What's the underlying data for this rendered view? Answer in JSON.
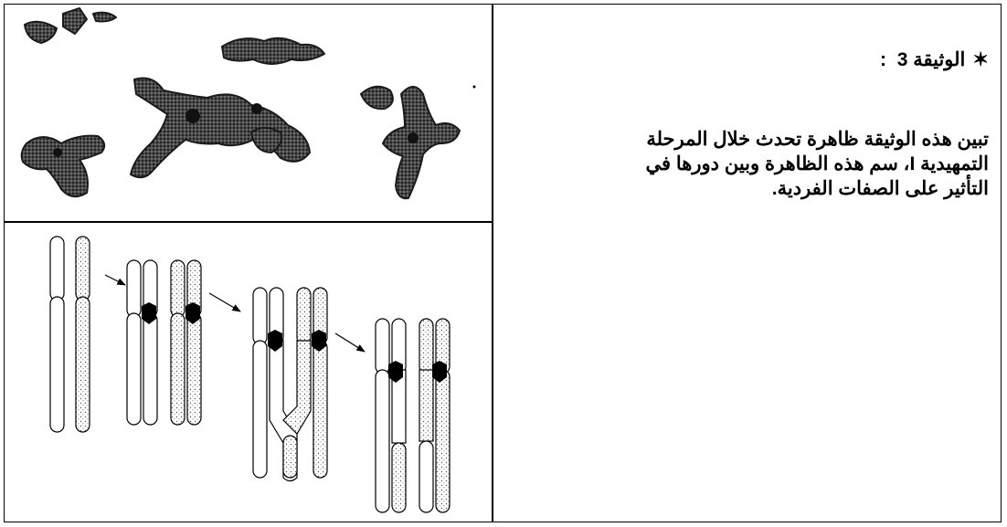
{
  "document": {
    "heading": {
      "icon": "star-icon",
      "title": "الوثيقة 3",
      "separator": ":"
    },
    "question": "تبين هذه الوثيقة ظاهرة تحدث خلال المرحلة التمهيدية I، سم هذه الظاهرة وبين دورها في التأثير على الصفات الفردية."
  },
  "figures": {
    "top": "micrograph-of-chromosomes",
    "bottom": "crossing-over-diagram"
  }
}
